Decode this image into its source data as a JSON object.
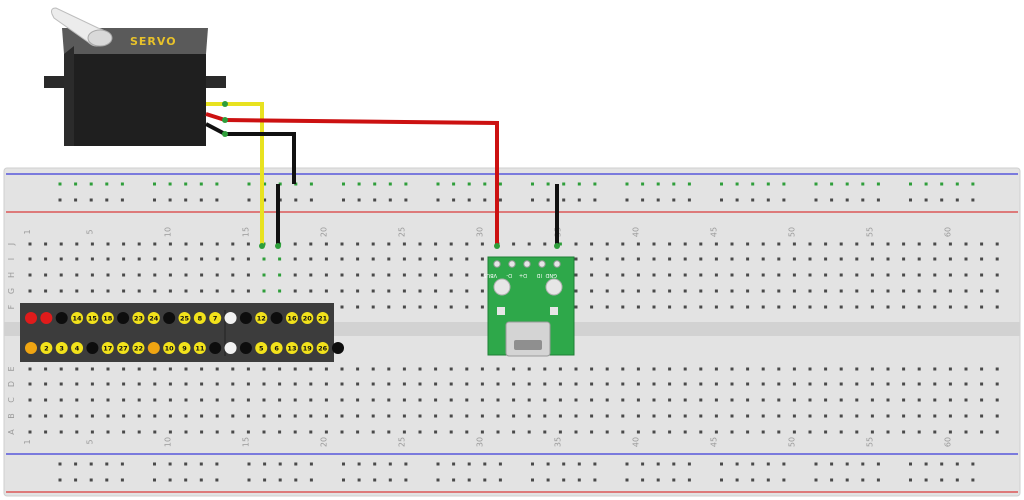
{
  "servo": {
    "label": "SERVO",
    "body_color": "#1f1f1f",
    "label_color": "#e8c22a",
    "wire_colors": [
      "#e8e220",
      "#cc1111",
      "#111111"
    ]
  },
  "breadboard": {
    "columns": 63,
    "column_numbers": [
      "1",
      "5",
      "10",
      "15",
      "20",
      "25",
      "30",
      "35",
      "40",
      "45",
      "50",
      "55",
      "60"
    ],
    "row_letters_top": [
      "J",
      "I",
      "H",
      "G",
      "F"
    ],
    "row_letters_bottom": [
      "E",
      "D",
      "C",
      "B",
      "A"
    ],
    "body_color": "#e3e3e3",
    "rail_red": "#d93b3b",
    "rail_blue": "#3b3bd9",
    "active_hole_color": "#2e9e3a"
  },
  "pi_header": {
    "top_row": [
      {
        "label": "",
        "color": "red"
      },
      {
        "label": "",
        "color": "red"
      },
      {
        "label": "",
        "color": "black"
      },
      {
        "label": "14",
        "color": "yellow"
      },
      {
        "label": "15",
        "color": "yellow"
      },
      {
        "label": "18",
        "color": "yellow"
      },
      {
        "label": "",
        "color": "black"
      },
      {
        "label": "23",
        "color": "yellow"
      },
      {
        "label": "24",
        "color": "yellow"
      },
      {
        "label": "",
        "color": "black"
      },
      {
        "label": "25",
        "color": "yellow"
      },
      {
        "label": "8",
        "color": "yellow"
      },
      {
        "label": "7",
        "color": "yellow"
      },
      {
        "label": "",
        "color": "white"
      },
      {
        "label": "",
        "color": "black"
      },
      {
        "label": "12",
        "color": "yellow"
      },
      {
        "label": "",
        "color": "black"
      },
      {
        "label": "16",
        "color": "yellow"
      },
      {
        "label": "20",
        "color": "yellow"
      },
      {
        "label": "21",
        "color": "yellow"
      }
    ],
    "bottom_row": [
      {
        "label": "",
        "color": "orange"
      },
      {
        "label": "2",
        "color": "yellow"
      },
      {
        "label": "3",
        "color": "yellow"
      },
      {
        "label": "4",
        "color": "yellow"
      },
      {
        "label": "",
        "color": "black"
      },
      {
        "label": "17",
        "color": "yellow"
      },
      {
        "label": "27",
        "color": "yellow"
      },
      {
        "label": "22",
        "color": "yellow"
      },
      {
        "label": "",
        "color": "orange"
      },
      {
        "label": "10",
        "color": "yellow"
      },
      {
        "label": "9",
        "color": "yellow"
      },
      {
        "label": "11",
        "color": "yellow"
      },
      {
        "label": "",
        "color": "black"
      },
      {
        "label": "",
        "color": "white"
      },
      {
        "label": "",
        "color": "black"
      },
      {
        "label": "5",
        "color": "yellow"
      },
      {
        "label": "6",
        "color": "yellow"
      },
      {
        "label": "13",
        "color": "yellow"
      },
      {
        "label": "19",
        "color": "yellow"
      },
      {
        "label": "26",
        "color": "yellow"
      },
      {
        "label": "",
        "color": "black"
      }
    ]
  },
  "usb_module": {
    "pin_labels": [
      "VBUS",
      "D-",
      "D+",
      "ID",
      "GND"
    ],
    "board_color": "#2ea84a"
  }
}
